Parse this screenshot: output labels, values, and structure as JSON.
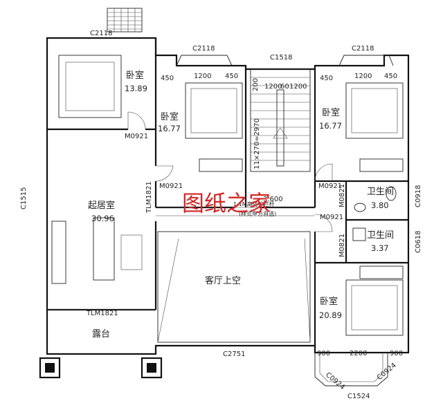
{
  "rooms": {
    "bedroom_nw": {
      "name": "卧室",
      "area": "13.89"
    },
    "bedroom_n2": {
      "name": "卧室",
      "area": "16.77"
    },
    "bedroom_n3": {
      "name": "卧室",
      "area": "16.77"
    },
    "living": {
      "name": "起居室",
      "area": "30.96"
    },
    "bath1": {
      "name": "卫生间",
      "area": "3.80"
    },
    "bath2": {
      "name": "卫生间",
      "area": "3.37"
    },
    "bedroom_se": {
      "name": "卧室",
      "area": "20.89"
    },
    "void": {
      "name": "客厅上空"
    },
    "terrace": {
      "name": "露台"
    }
  },
  "openings": {
    "c2118_a": "C2118",
    "c2118_b": "C2118",
    "c2118_c": "C2118",
    "c1518": "C1518",
    "c1515": "C1515",
    "c0918": "C0918",
    "c0618": "C0618",
    "c2751": "C2751",
    "c1524": "C1524",
    "c0924_a": "C0924",
    "c0924_b": "C0924",
    "m0921_a": "M0921",
    "m0921_b": "M0921",
    "m0921_c": "M0921",
    "m0921_d": "M0921",
    "m0821_a": "M0821",
    "m0821_b": "M0821",
    "tlm1821": "TLM1821",
    "tlm_partial": "TLM1821"
  },
  "dimensions": {
    "d450_a": "450",
    "d1200_a": "1200",
    "d450_b": "450",
    "d450_c": "450",
    "d1200_b": "1200",
    "d450_d": "450",
    "d3600": "3.600",
    "d200": "200",
    "d1200_s": "1200",
    "d60": "60",
    "d1200_s2": "1200",
    "d900_a": "900",
    "d2200": "2200",
    "d900_b": "900",
    "stair": "11×270=2970"
  },
  "notes": {
    "rail1": "1.1M高防护栏杆",
    "rail2": "(样式甲方自选)"
  },
  "watermark": "图纸之家",
  "colors": {
    "watermark": "#d42525",
    "line": "#111111"
  }
}
